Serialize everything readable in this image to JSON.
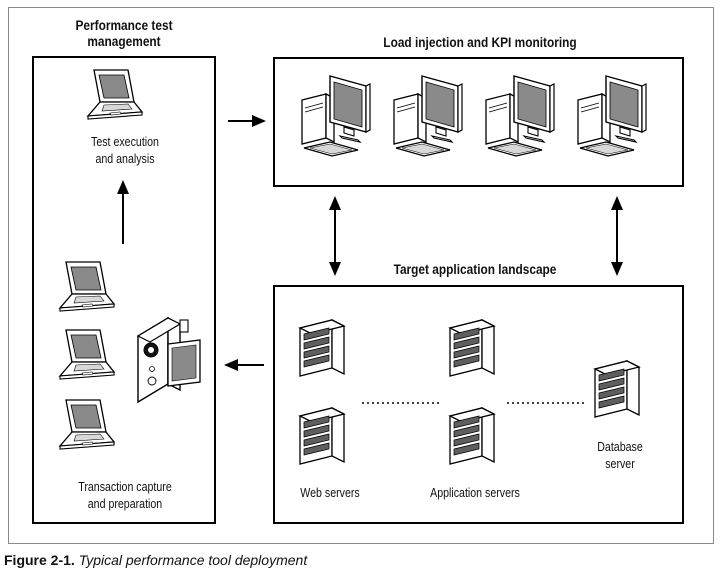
{
  "titles": {
    "management_line1": "Performance test",
    "management_line2": "management",
    "load": "Load injection and KPI monitoring",
    "target": "Target application landscape"
  },
  "labels": {
    "test_line1": "Test execution",
    "test_line2": "and analysis",
    "capture_line1": "Transaction capture",
    "capture_line2": "and preparation",
    "web_servers": "Web servers",
    "app_servers": "Application servers",
    "db_line1": "Database",
    "db_line2": "server"
  },
  "caption": {
    "figure": "Figure 2-1.",
    "text": "Typical performance tool deployment"
  },
  "colors": {
    "stroke": "#000000",
    "frame": "#8a8a8a",
    "device_fill": "#ffffff",
    "screen_fill": "#8a8a8a",
    "panel_fill": "#5e5e5e"
  },
  "icons": {
    "laptop": "laptop-icon",
    "desktop": "desktop-computer-icon",
    "server": "server-tower-icon",
    "camera": "video-camera-icon"
  }
}
